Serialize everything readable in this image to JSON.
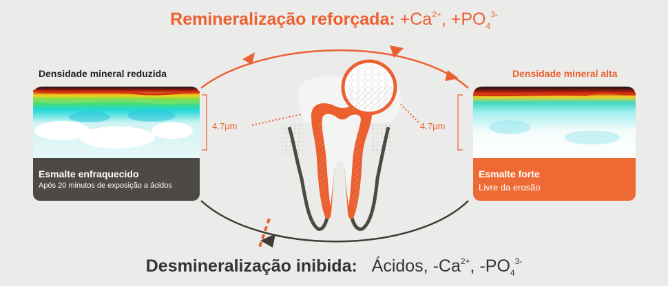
{
  "top_title": {
    "label": "Remineralização reforçada:",
    "formula_part1": "+Ca",
    "formula_sup1": "2+",
    "formula_part2": ", +PO",
    "formula_sub2": "4",
    "formula_sup2": "3-"
  },
  "bottom_title": {
    "label": "Desmineralização inibida:",
    "formula_part1": "Ácidos, -Ca",
    "formula_sup1": "2+",
    "formula_part2": ", -PO",
    "formula_sub2": "4",
    "formula_sup2": "3-"
  },
  "left_panel": {
    "heading": "Densidade mineral reduzida",
    "measurement": "4.7µm",
    "card_title": "Esmalte enfraquecido",
    "card_subtitle": "Após 20 minutos de exposição a ácidos"
  },
  "right_panel": {
    "heading": "Densidade mineral alta",
    "measurement": "4.7µm",
    "card_title": "Esmalte forte",
    "card_subtitle": "Livre da erosão"
  },
  "colors": {
    "accent_orange": "#ec5f2f",
    "dark_card": "#4d4a45",
    "background": "#ebebe9",
    "arrow_dark": "#3e3a35"
  }
}
